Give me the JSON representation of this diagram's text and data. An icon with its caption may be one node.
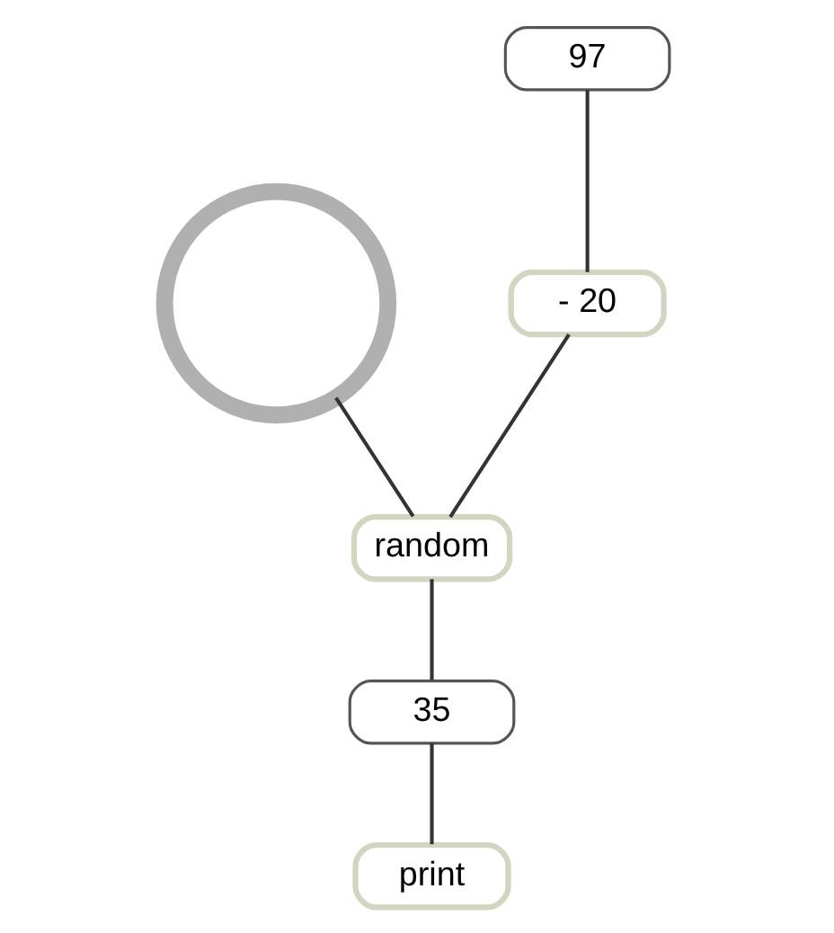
{
  "diagram": {
    "nodes": [
      {
        "text": [],
        "shape": "circle"
      },
      {
        "text": [
          "97"
        ]
      },
      {
        "text": [
          "- 20"
        ]
      },
      {
        "text": [
          "random"
        ]
      },
      {
        "text": [
          "35"
        ]
      },
      {
        "text": [
          "print"
        ]
      }
    ],
    "edges": [
      {
        "from": 0,
        "to": 3,
        "arrow": "none"
      },
      {
        "from": 1,
        "to": 2,
        "arrow": "none"
      },
      {
        "from": 2,
        "to": 3,
        "arrow": "none"
      },
      {
        "from": 3,
        "to": 4,
        "arrow": "none"
      },
      {
        "from": 4,
        "to": 5,
        "arrow": "none"
      }
    ]
  }
}
